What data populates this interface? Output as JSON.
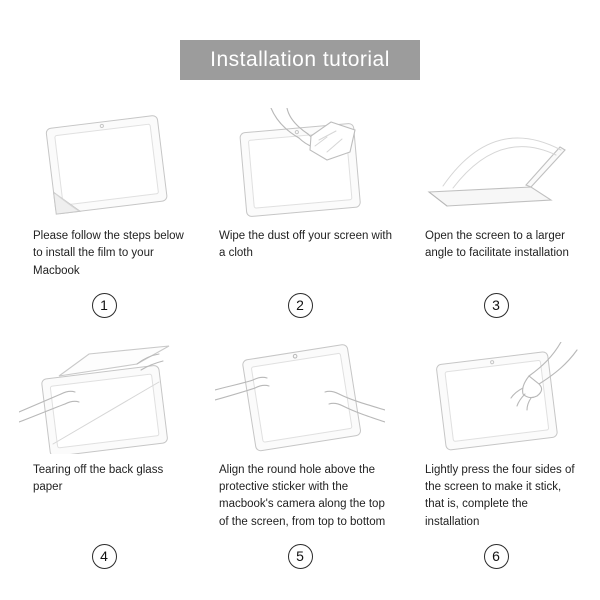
{
  "header": {
    "title": "Installation tutorial"
  },
  "colors": {
    "banner_bg": "#9c9c9c",
    "banner_text": "#ffffff",
    "caption_text": "#222222",
    "line_art": "#c6c6c6"
  },
  "steps": [
    {
      "number": "1",
      "text": "Please follow the steps below to install the film to your Macbook",
      "illustration": "screen-film-corner-peel"
    },
    {
      "number": "2",
      "text": "Wipe the dust off your screen with a cloth",
      "illustration": "hand-wiping-screen-with-cloth"
    },
    {
      "number": "3",
      "text": "Open the screen to a larger angle to facilitate installation",
      "illustration": "laptop-opened-wide-angle"
    },
    {
      "number": "4",
      "text": "Tearing off the back glass paper",
      "illustration": "hands-tearing-back-glass-paper"
    },
    {
      "number": "5",
      "text": "Align the round hole above the protective sticker with the macbook's camera along the top of the screen, from top to bottom",
      "illustration": "hands-aligning-film-with-camera"
    },
    {
      "number": "6",
      "text": "Lightly press the four sides of the screen to make it stick, that is, complete the installation",
      "illustration": "hand-pressing-screen-sides"
    }
  ]
}
